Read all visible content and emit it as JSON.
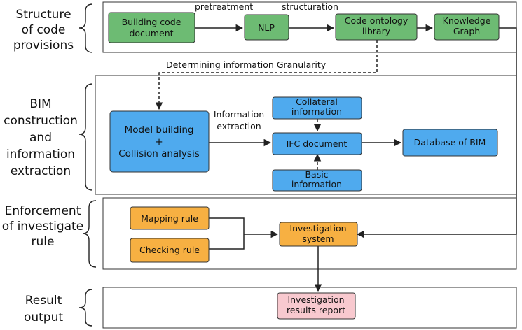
{
  "sections": {
    "structure": [
      "Structure",
      "of code",
      "provisions"
    ],
    "bim": [
      "BIM",
      "construction",
      "and",
      "information",
      "extraction"
    ],
    "enforcement": [
      "Enforcement",
      "of investigate",
      "rule"
    ],
    "result": [
      "Result",
      "output"
    ]
  },
  "nodes": {
    "building_code": [
      "Building code",
      "document"
    ],
    "nlp": [
      "NLP"
    ],
    "ontology": [
      "Code ontology",
      "library"
    ],
    "knowledge_graph": [
      "Knowledge",
      "Graph"
    ],
    "model_building": [
      "Model building",
      "+",
      "Collision analysis"
    ],
    "collateral": [
      "Collateral",
      "information"
    ],
    "ifc": [
      "IFC document"
    ],
    "basic": [
      "Basic",
      "information"
    ],
    "database": [
      "Database of BIM"
    ],
    "mapping": [
      "Mapping rule"
    ],
    "checking": [
      "Checking rule"
    ],
    "investigation": [
      "Investigation",
      "system"
    ],
    "report": [
      "Investigation",
      "results report"
    ]
  },
  "edges": {
    "pretreatment": "pretreatment",
    "structuration": "structuration",
    "granularity": "Determining information Granularity",
    "extraction": [
      "Information",
      "extraction"
    ]
  }
}
